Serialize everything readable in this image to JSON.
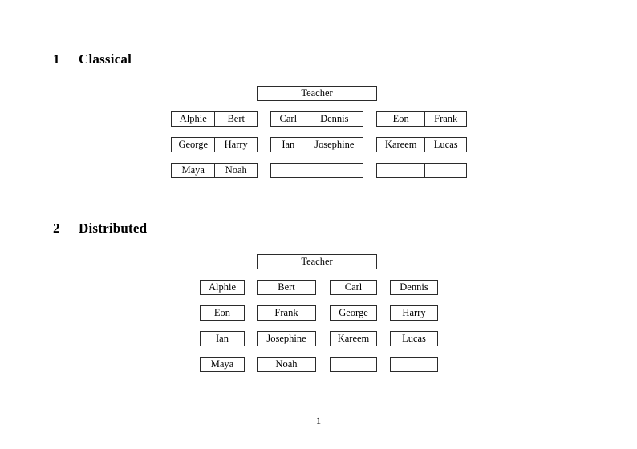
{
  "page": {
    "page_number": "1",
    "background_color": "#ffffff",
    "text_color": "#000000",
    "border_color": "#2b2b2b"
  },
  "sections": [
    {
      "number": "1",
      "title": "Classical",
      "teacher_label": "Teacher",
      "layout": "paired-cells",
      "groups": [
        {
          "name": "group-left",
          "rows": [
            [
              "Alphie",
              "Bert"
            ],
            [
              "George",
              "Harry"
            ],
            [
              "Maya",
              "Noah"
            ]
          ]
        },
        {
          "name": "group-middle",
          "rows": [
            [
              "Carl",
              "Dennis"
            ],
            [
              "Ian",
              "Josephine"
            ],
            [
              "",
              ""
            ]
          ]
        },
        {
          "name": "group-right",
          "rows": [
            [
              "Eon",
              "Frank"
            ],
            [
              "Kareem",
              "Lucas"
            ],
            [
              "",
              ""
            ]
          ]
        }
      ]
    },
    {
      "number": "2",
      "title": "Distributed",
      "teacher_label": "Teacher",
      "layout": "single-cells",
      "rows": [
        [
          "Alphie",
          "Bert",
          "Carl",
          "Dennis"
        ],
        [
          "Eon",
          "Frank",
          "George",
          "Harry"
        ],
        [
          "Ian",
          "Josephine",
          "Kareem",
          "Lucas"
        ],
        [
          "Maya",
          "Noah",
          "",
          ""
        ]
      ]
    }
  ]
}
